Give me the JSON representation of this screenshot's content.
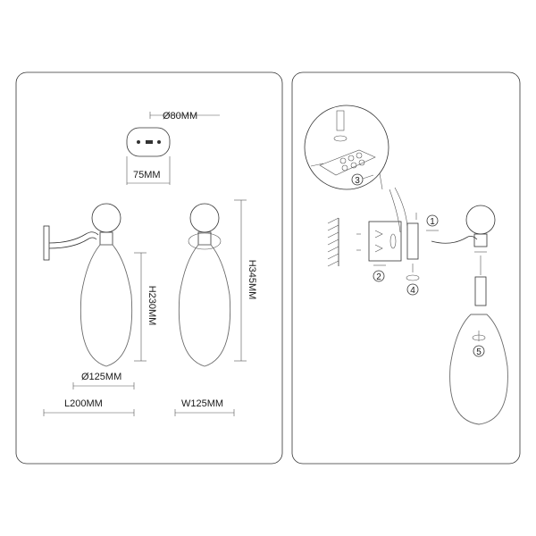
{
  "left_panel": {
    "dimensions": {
      "canopy_diameter": "Ø80MM",
      "canopy_depth": "75MM",
      "shade_diameter": "Ø125MM",
      "shade_height": "H230MM",
      "total_height": "H345MM",
      "length": "L200MM",
      "width": "W125MM"
    }
  },
  "right_panel": {
    "steps": [
      "1",
      "2",
      "3",
      "4",
      "5"
    ]
  }
}
